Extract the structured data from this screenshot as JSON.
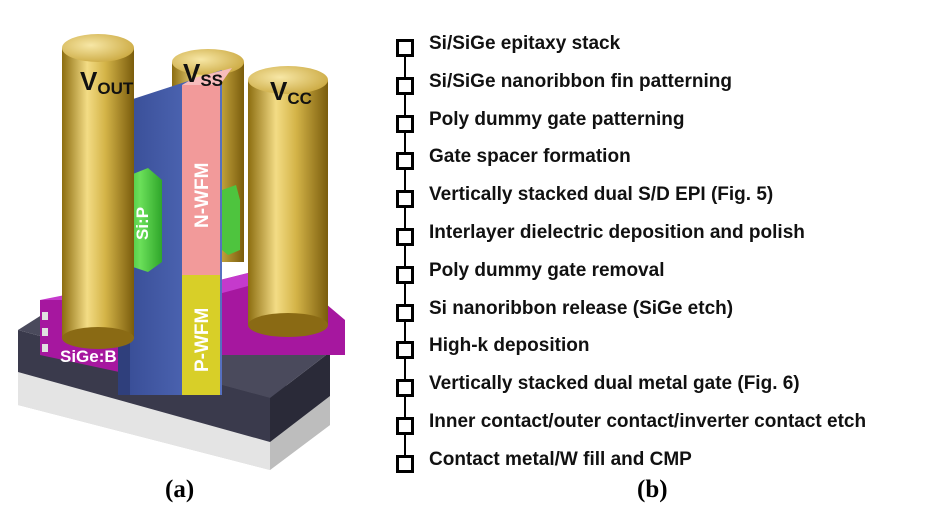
{
  "panel_a": {
    "caption": "(a)",
    "labels": {
      "vout_main": "V",
      "vout_sub": "OUT",
      "vss_main": "V",
      "vss_sub": "SS",
      "vcc_main": "V",
      "vcc_sub": "CC",
      "nwfm": "N-WFM",
      "pwfm": "P-WFM",
      "sip": "Si:P",
      "sigeb": "SiGe:B"
    },
    "colors": {
      "pillar": "#d6b84a",
      "gate_blue": "#4a63b0",
      "nwfm_pink": "#f29a9a",
      "pwfm_yellow": "#d8cf28",
      "sip_green": "#4ec43e",
      "sigeb_magenta": "#b51dbd",
      "substrate_dark": "#353545",
      "substrate_light": "#d9d9d9"
    }
  },
  "panel_b": {
    "caption": "(b)",
    "steps": [
      "Si/SiGe epitaxy stack",
      "Si/SiGe nanoribbon fin patterning",
      "Poly dummy gate patterning",
      "Gate spacer formation",
      "Vertically stacked dual S/D EPI (Fig. 5)",
      "Interlayer dielectric deposition and polish",
      "Poly dummy gate removal",
      "Si nanoribbon release (SiGe etch)",
      "High-k deposition",
      "Vertically stacked dual metal gate (Fig. 6)",
      "Inner contact/outer contact/inverter contact etch",
      "Contact metal/W fill and CMP"
    ]
  }
}
